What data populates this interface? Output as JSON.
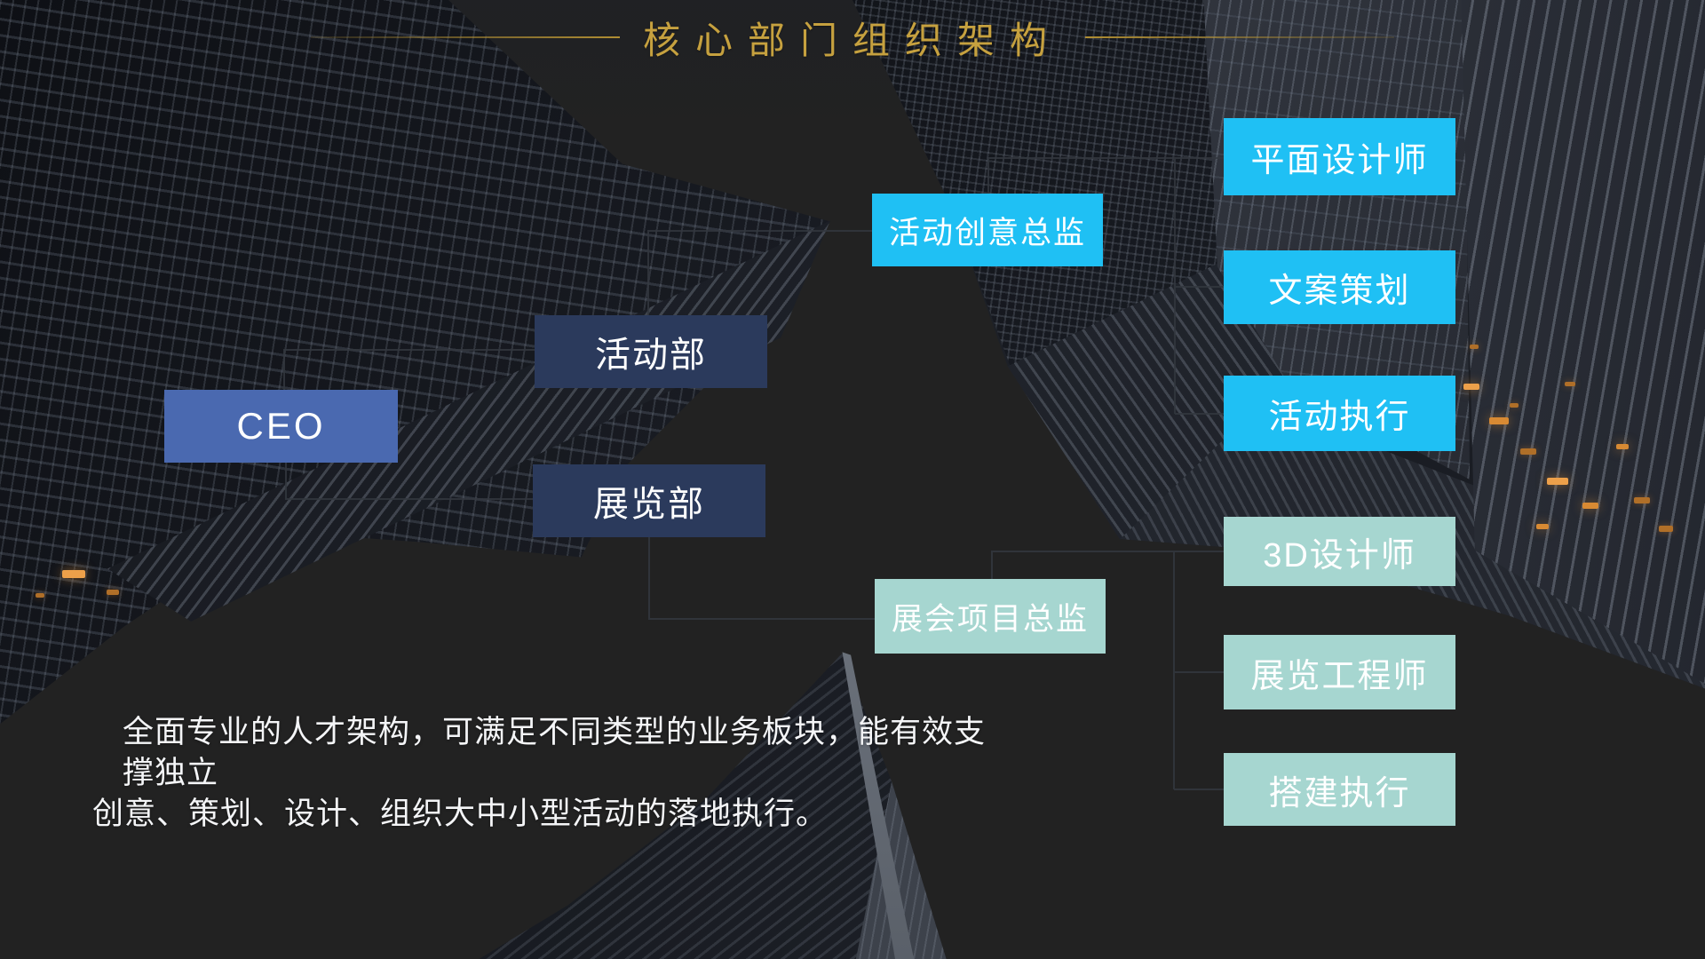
{
  "title": "核心部门组织架构",
  "org": {
    "ceo": "CEO",
    "activity_dept": "活动部",
    "exhibition_dept": "展览部",
    "creative_director": "活动创意总监",
    "project_director": "展会项目总监",
    "graphic_designer": "平面设计师",
    "copywriter": "文案策划",
    "activity_execution": "活动执行",
    "designer_3d": "3D设计师",
    "exhibition_engineer": "展览工程师",
    "construction_execution": "搭建执行"
  },
  "description": {
    "line1": "全面专业的人才架构，可满足不同类型的业务板块，能有效支撑独立",
    "line2": "创意、策划、设计、组织大中小型活动的落地执行。"
  },
  "colors": {
    "title_gold": "#C6A13F",
    "ceo_blue": "#4A69B0",
    "dept_navy": "#2B3A5C",
    "role_cyan": "#1FC0F4",
    "role_teal": "#A6D6D0",
    "connector": "#33373E",
    "text_white": "#FFFFFF"
  }
}
